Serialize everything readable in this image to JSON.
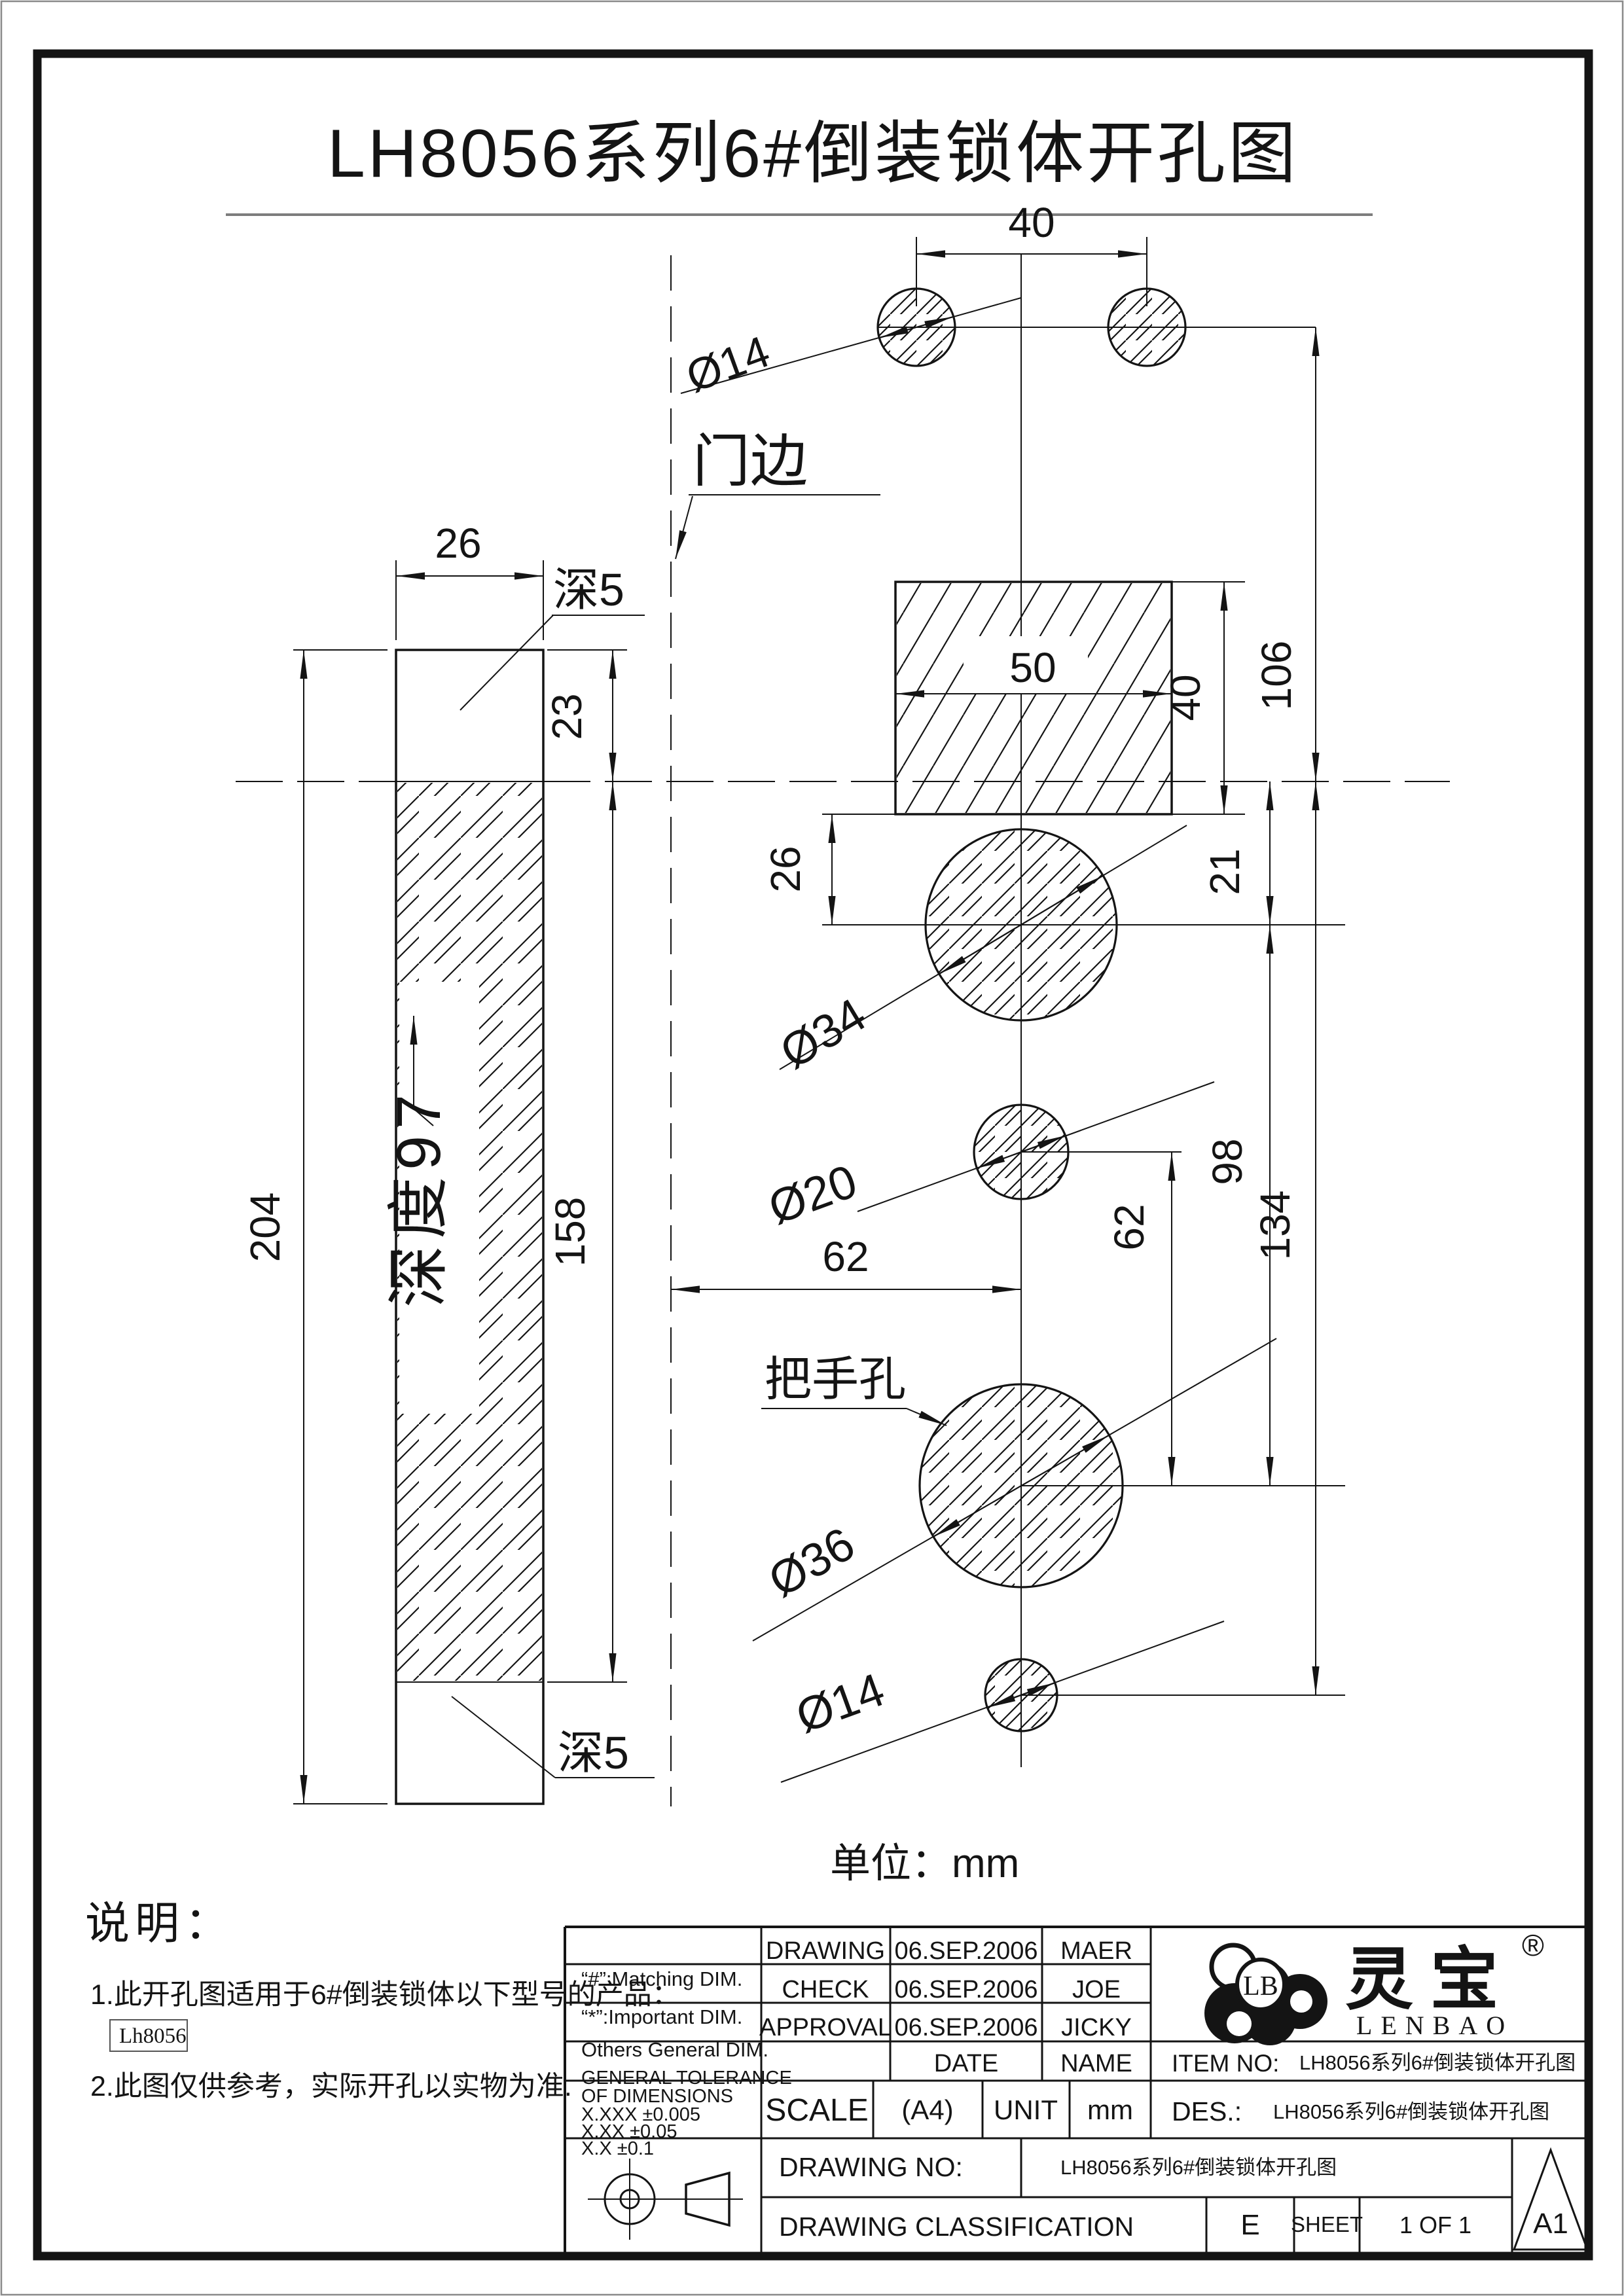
{
  "page": {
    "title": "LH8056系列6#倒装锁体开孔图",
    "unit_label": "单位：mm"
  },
  "drawing": {
    "labels": {
      "door_edge": "门边",
      "handle_hole": "把手孔",
      "depth_97": "深度97",
      "depth5_top": "深5",
      "depth5_bottom": "深5"
    },
    "dims": {
      "top_spacing": "40",
      "top_dia": "Ø14",
      "strip_width": "26",
      "recess_h": "23",
      "total_h": "204",
      "inner_h": "158",
      "box_w": "50",
      "box_h": "40",
      "h106": "106",
      "gap26": "26",
      "dia34": "Ø34",
      "off21": "21",
      "dia20": "Ø20",
      "w62": "62",
      "v62": "62",
      "h98": "98",
      "h134": "134",
      "dia36": "Ø36",
      "dia14b": "Ø14"
    }
  },
  "notes": {
    "heading": "说明：",
    "item1": "1.此开孔图适用于6#倒装锁体以下型号的产品：",
    "model": "Lh8056",
    "item2": "2.此图仅供参考，实际开孔以实物为准."
  },
  "title_block": {
    "rows": [
      {
        "label": "DRAWING",
        "date": "06.SEP.2006",
        "name": "MAER"
      },
      {
        "label": "CHECK",
        "date": "06.SEP.2006",
        "name": "JOE"
      },
      {
        "label": "APPROVAL",
        "date": "06.SEP.2006",
        "name": "JICKY"
      }
    ],
    "date_header": "DATE",
    "name_header": "NAME",
    "tolerance": {
      "l1": "“#”:Matching  DIM.",
      "l2": "“*”:Important  DIM.",
      "l3": "Others General  DIM.",
      "l4": "GENERAL TOLERANCE",
      "l5": "OF DIMENSIONS",
      "l6": "X.XXX   ±0.005",
      "l7": "X.XX     ±0.05",
      "l8": "X.X       ±0.1"
    },
    "scale_label": "SCALE",
    "paper": "(A4)",
    "unit_label": "UNIT",
    "unit_value": "mm",
    "item_no_label": "ITEM NO:",
    "item_no": "LH8056系列6#倒装锁体开孔图",
    "des_label": "DES.:",
    "des": "LH8056系列6#倒装锁体开孔图",
    "drawing_no_label": "DRAWING NO:",
    "drawing_no": "LH8056系列6#倒装锁体开孔图",
    "classification_label": "DRAWING CLASSIFICATION",
    "classification": "E",
    "sheet_label": "SHEET",
    "sheet": "1 OF 1",
    "size": "A1"
  },
  "logo": {
    "initials": "LB",
    "cn": "灵宝",
    "reg": "®",
    "en": "LENBAO"
  }
}
